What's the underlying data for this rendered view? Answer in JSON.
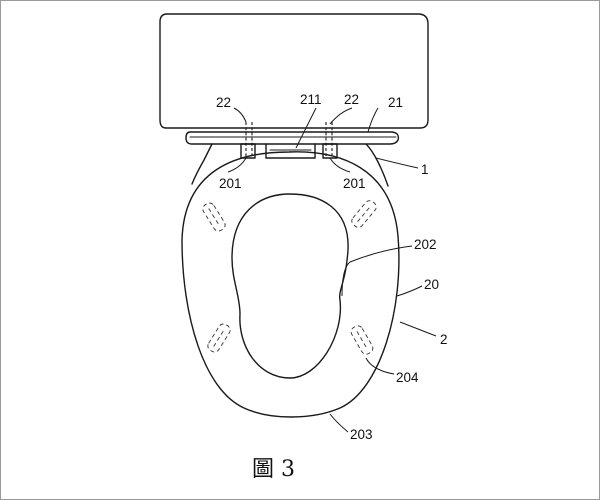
{
  "figure": {
    "caption": "圖 3",
    "labels": {
      "lbl_22_left": "22",
      "lbl_211": "211",
      "lbl_22_right": "22",
      "lbl_21": "21",
      "lbl_1": "1",
      "lbl_201_left": "201",
      "lbl_201_right": "201",
      "lbl_202": "202",
      "lbl_20": "20",
      "lbl_2": "2",
      "lbl_204": "204",
      "lbl_203": "203"
    }
  }
}
